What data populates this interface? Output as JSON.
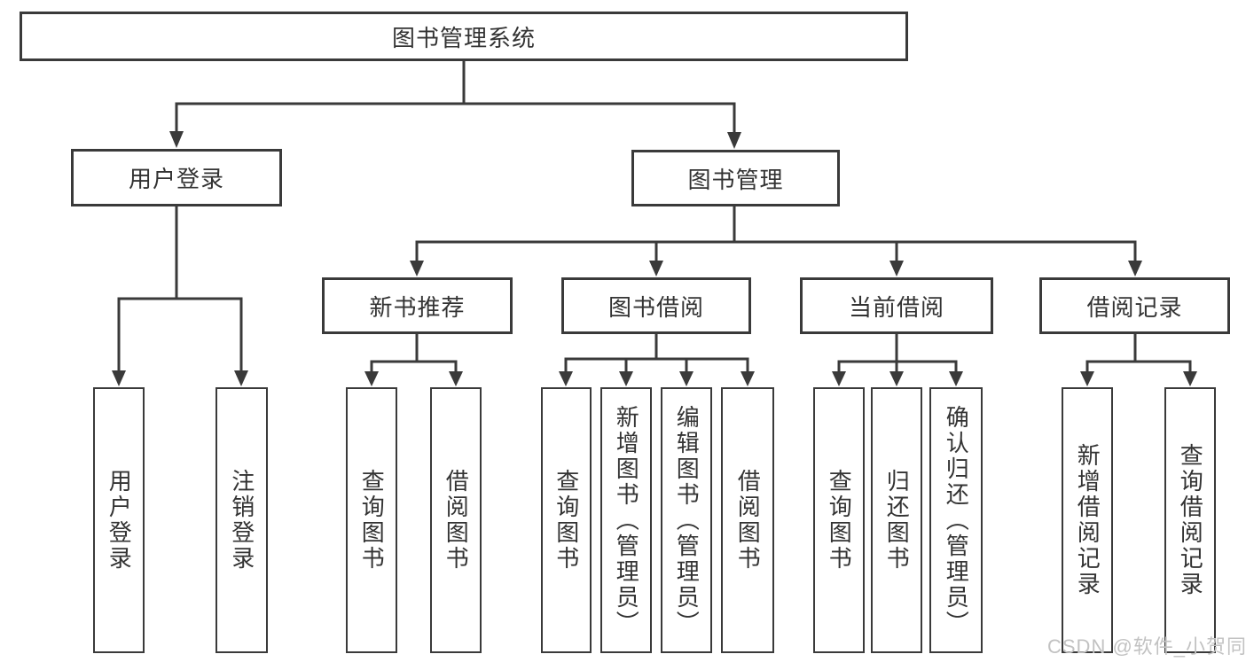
{
  "colors": {
    "line": "#3a3a3a",
    "text": "#333333",
    "box_fill": "#ffffff",
    "background": "#ffffff",
    "watermark_text": "#c2c2c2"
  },
  "tree": {
    "root": {
      "label": "图书管理系统"
    },
    "branches": [
      {
        "label": "用户登录",
        "children": [
          {
            "label": "用户登录"
          },
          {
            "label": "注销登录"
          }
        ]
      },
      {
        "label": "图书管理",
        "children": [
          {
            "label": "新书推荐",
            "children": [
              {
                "label": "查询图书"
              },
              {
                "label": "借阅图书"
              }
            ]
          },
          {
            "label": "图书借阅",
            "children": [
              {
                "label": "查询图书"
              },
              {
                "label": "新增图书（管理员）"
              },
              {
                "label": "编辑图书（管理员）"
              },
              {
                "label": "借阅图书"
              }
            ]
          },
          {
            "label": "当前借阅",
            "children": [
              {
                "label": "查询图书"
              },
              {
                "label": "归还图书"
              },
              {
                "label": "确认归还（管理员）"
              }
            ]
          },
          {
            "label": "借阅记录",
            "children": [
              {
                "label": "新增借阅记录"
              },
              {
                "label": "查询借阅记录"
              }
            ]
          }
        ]
      }
    ]
  },
  "watermark": {
    "text": "CSDN @软件_小贺同学"
  }
}
